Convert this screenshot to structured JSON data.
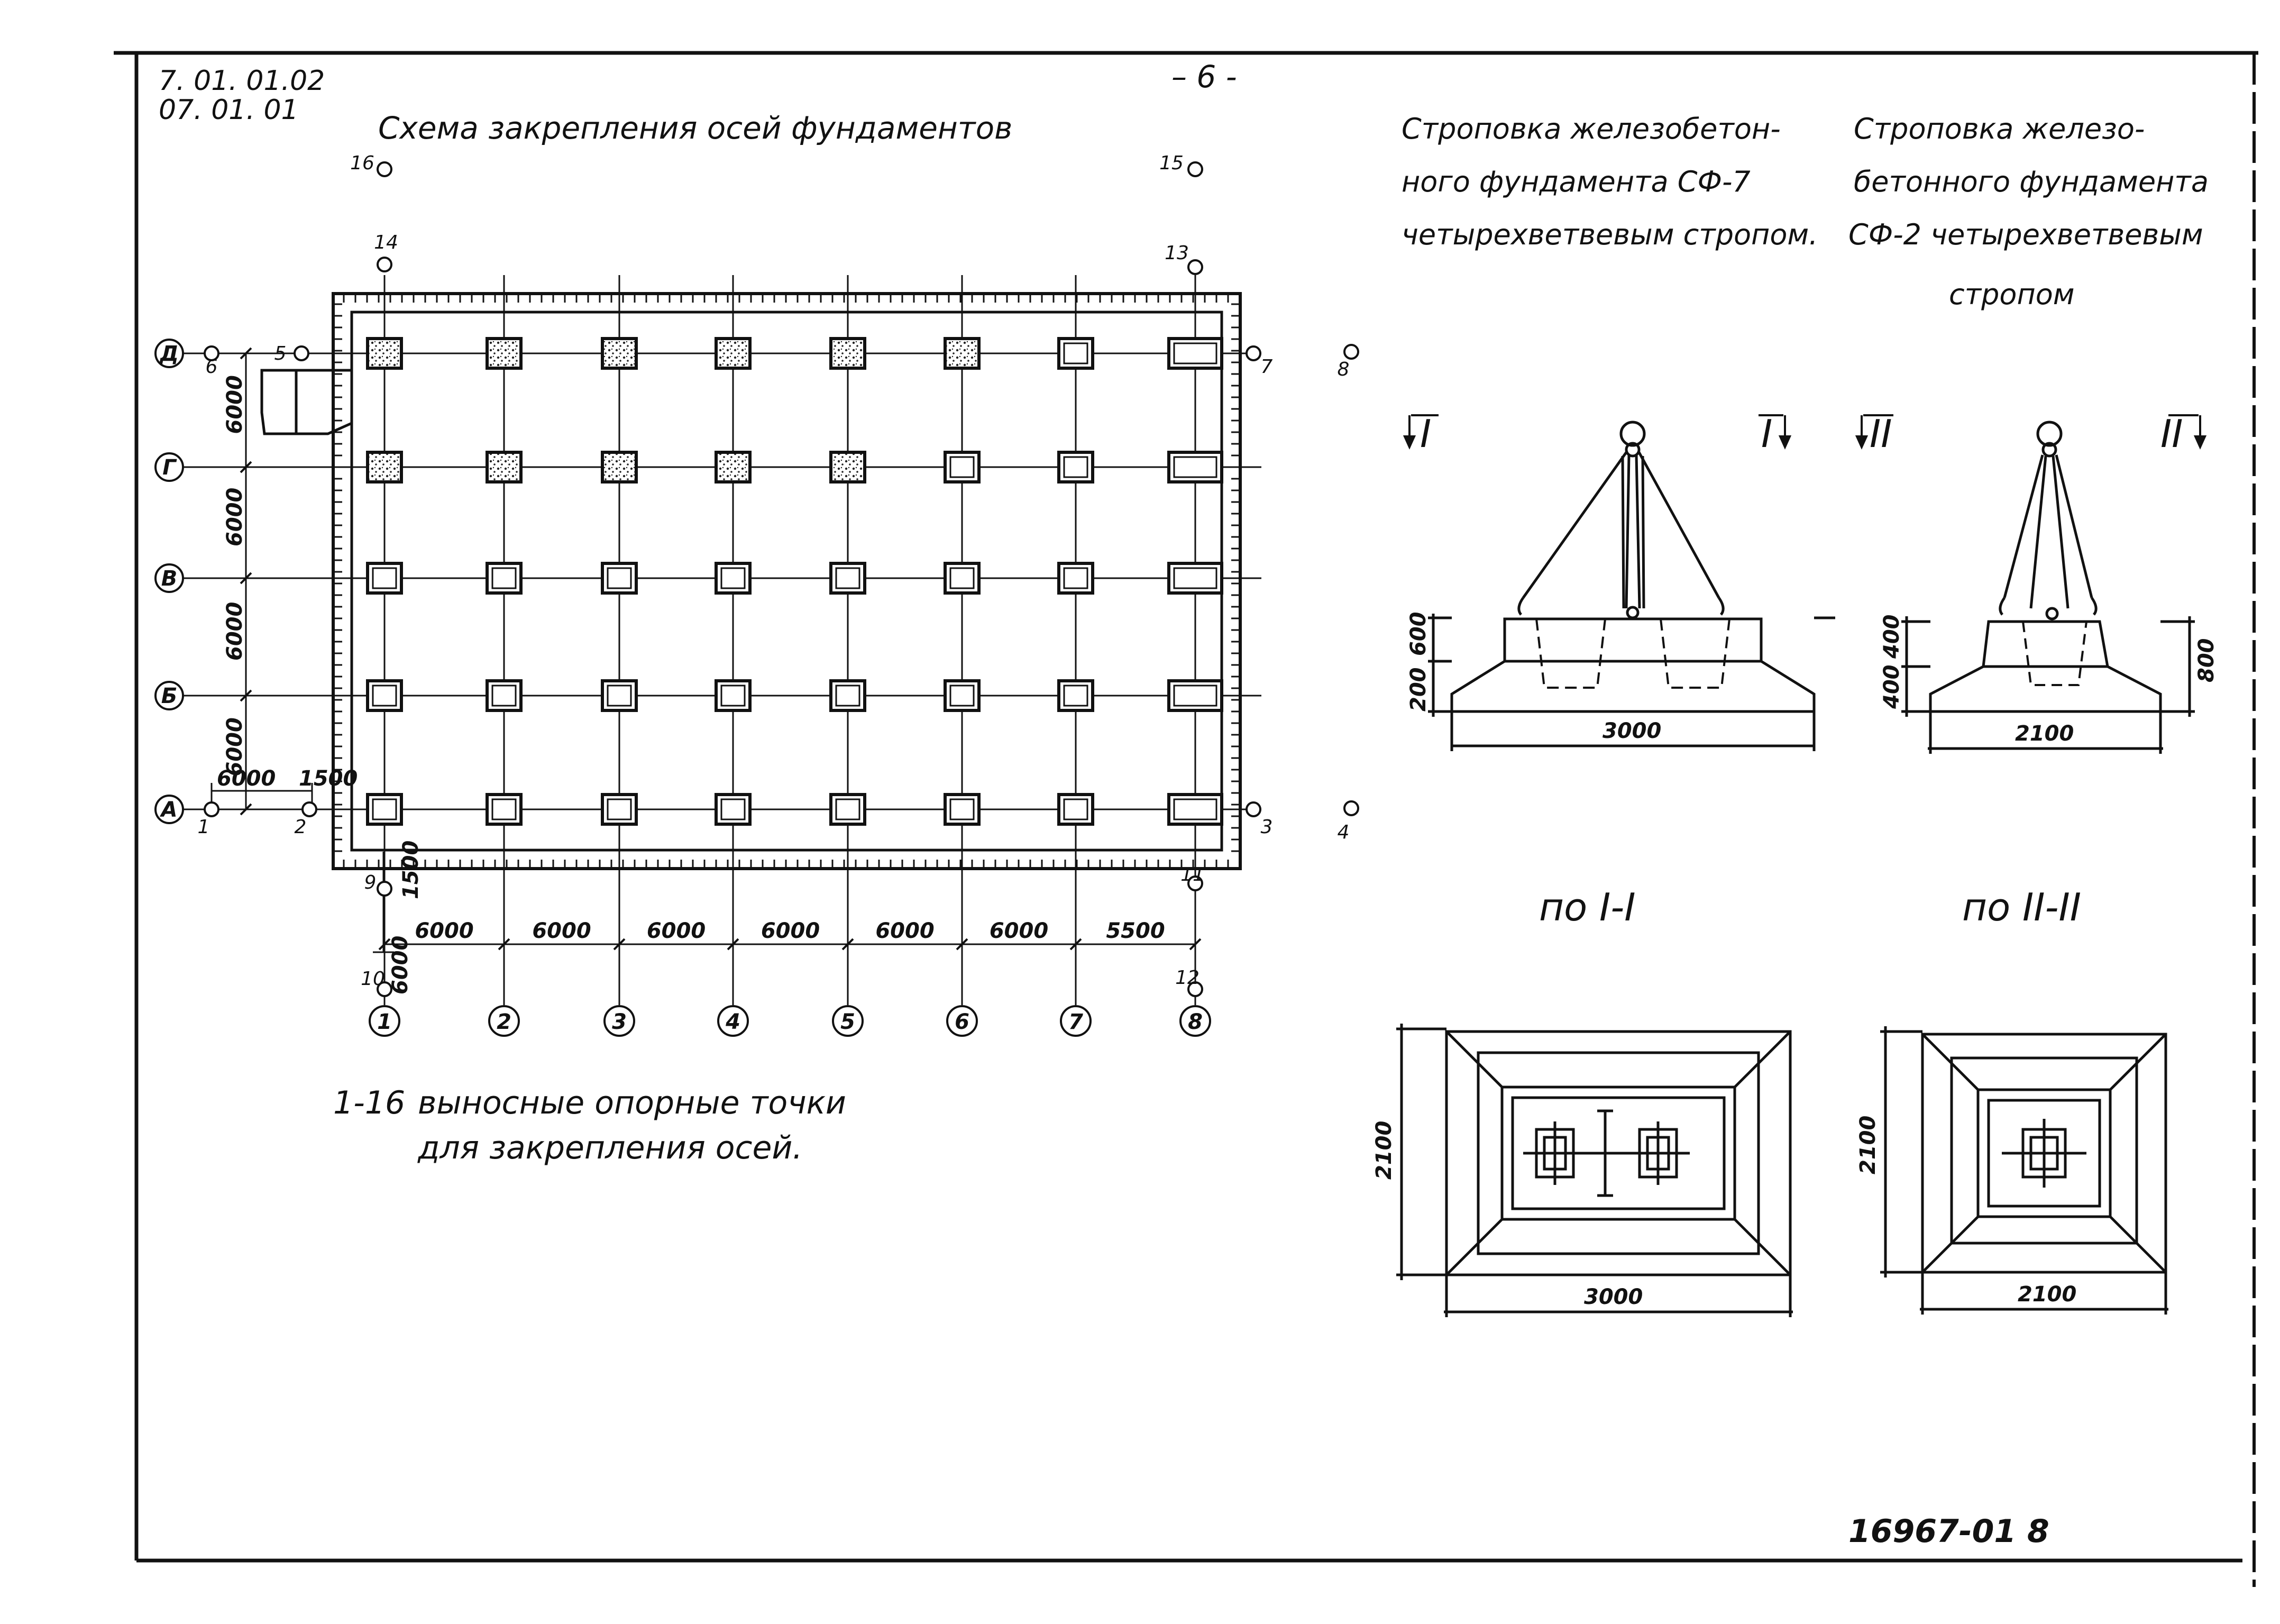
{
  "header": {
    "code_line1": "7. 01. 01.02",
    "code_line2": "07. 01. 01",
    "page_number": "– 6 -"
  },
  "plan": {
    "title": "Схема закрепления осей фундаментов",
    "row_axes": [
      "Д",
      "Г",
      "В",
      "Б",
      "А"
    ],
    "column_axes": [
      "1",
      "2",
      "3",
      "4",
      "5",
      "6",
      "7",
      "8"
    ],
    "column_spacing": [
      "6000",
      "6000",
      "6000",
      "6000",
      "6000",
      "6000",
      "5500"
    ],
    "row_spacing": [
      "6000",
      "6000",
      "6000",
      "6000"
    ],
    "left_dims": [
      "6000",
      "1500"
    ],
    "bottom_side_dims": [
      "1500",
      "6000"
    ],
    "support_points": [
      "1",
      "2",
      "3",
      "4",
      "5",
      "6",
      "7",
      "8",
      "9",
      "10",
      "11",
      "12",
      "13",
      "14",
      "15",
      "16"
    ],
    "note_number": "1-16",
    "note_line1": "выносные опорные точки",
    "note_line2": "для закрепления осей."
  },
  "sf7": {
    "caption_line1": "Строповка железобетон-",
    "caption_line2": "ного фундамента СФ-7",
    "caption_line3": "четырехветвевым стропом.",
    "section_mark": "I",
    "heights": [
      "600",
      "200"
    ],
    "width": "3000",
    "plan_label": "по I-I",
    "plan_height": "2100",
    "plan_width": "3000"
  },
  "sf2": {
    "caption_line1": "Строповка железо-",
    "caption_line2": "бетонного фундамента",
    "caption_line3": "СФ-2 четырехветвевым",
    "caption_line4": "стропом",
    "section_mark": "II",
    "heights": [
      "400",
      "400"
    ],
    "total_height": "800",
    "width": "2100",
    "plan_label": "по II-II",
    "plan_height": "2100",
    "plan_width": "2100"
  },
  "footer": {
    "drawing_number": "16967-01 8"
  }
}
